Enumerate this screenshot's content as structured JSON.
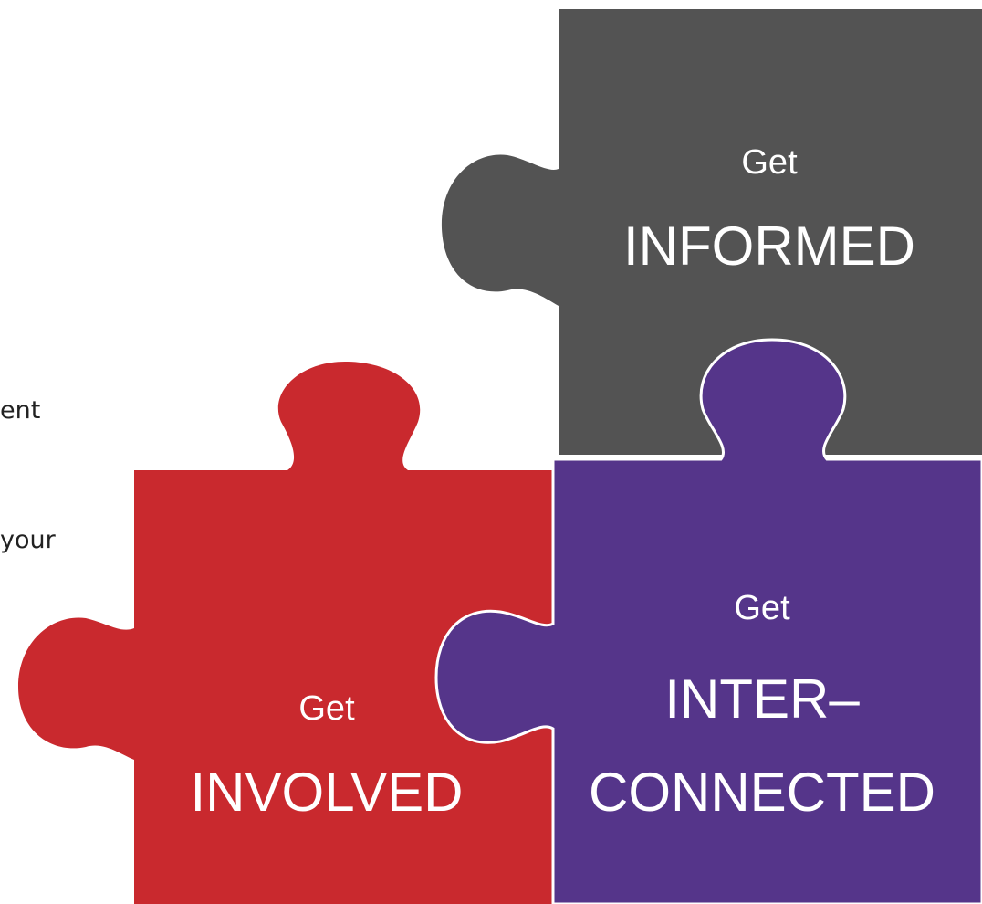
{
  "side_text": {
    "line1": "ent",
    "line2": "your"
  },
  "pieces": {
    "informed": {
      "get_label": "Get",
      "word": "INFORMED",
      "color": "#535353"
    },
    "involved": {
      "get_label": "Get",
      "word": "INVOLVED",
      "color": "#c9292e"
    },
    "interconnected": {
      "get_label": "Get",
      "line1": "INTER–",
      "line2": "CONNECTED",
      "color": "#55358a"
    }
  }
}
